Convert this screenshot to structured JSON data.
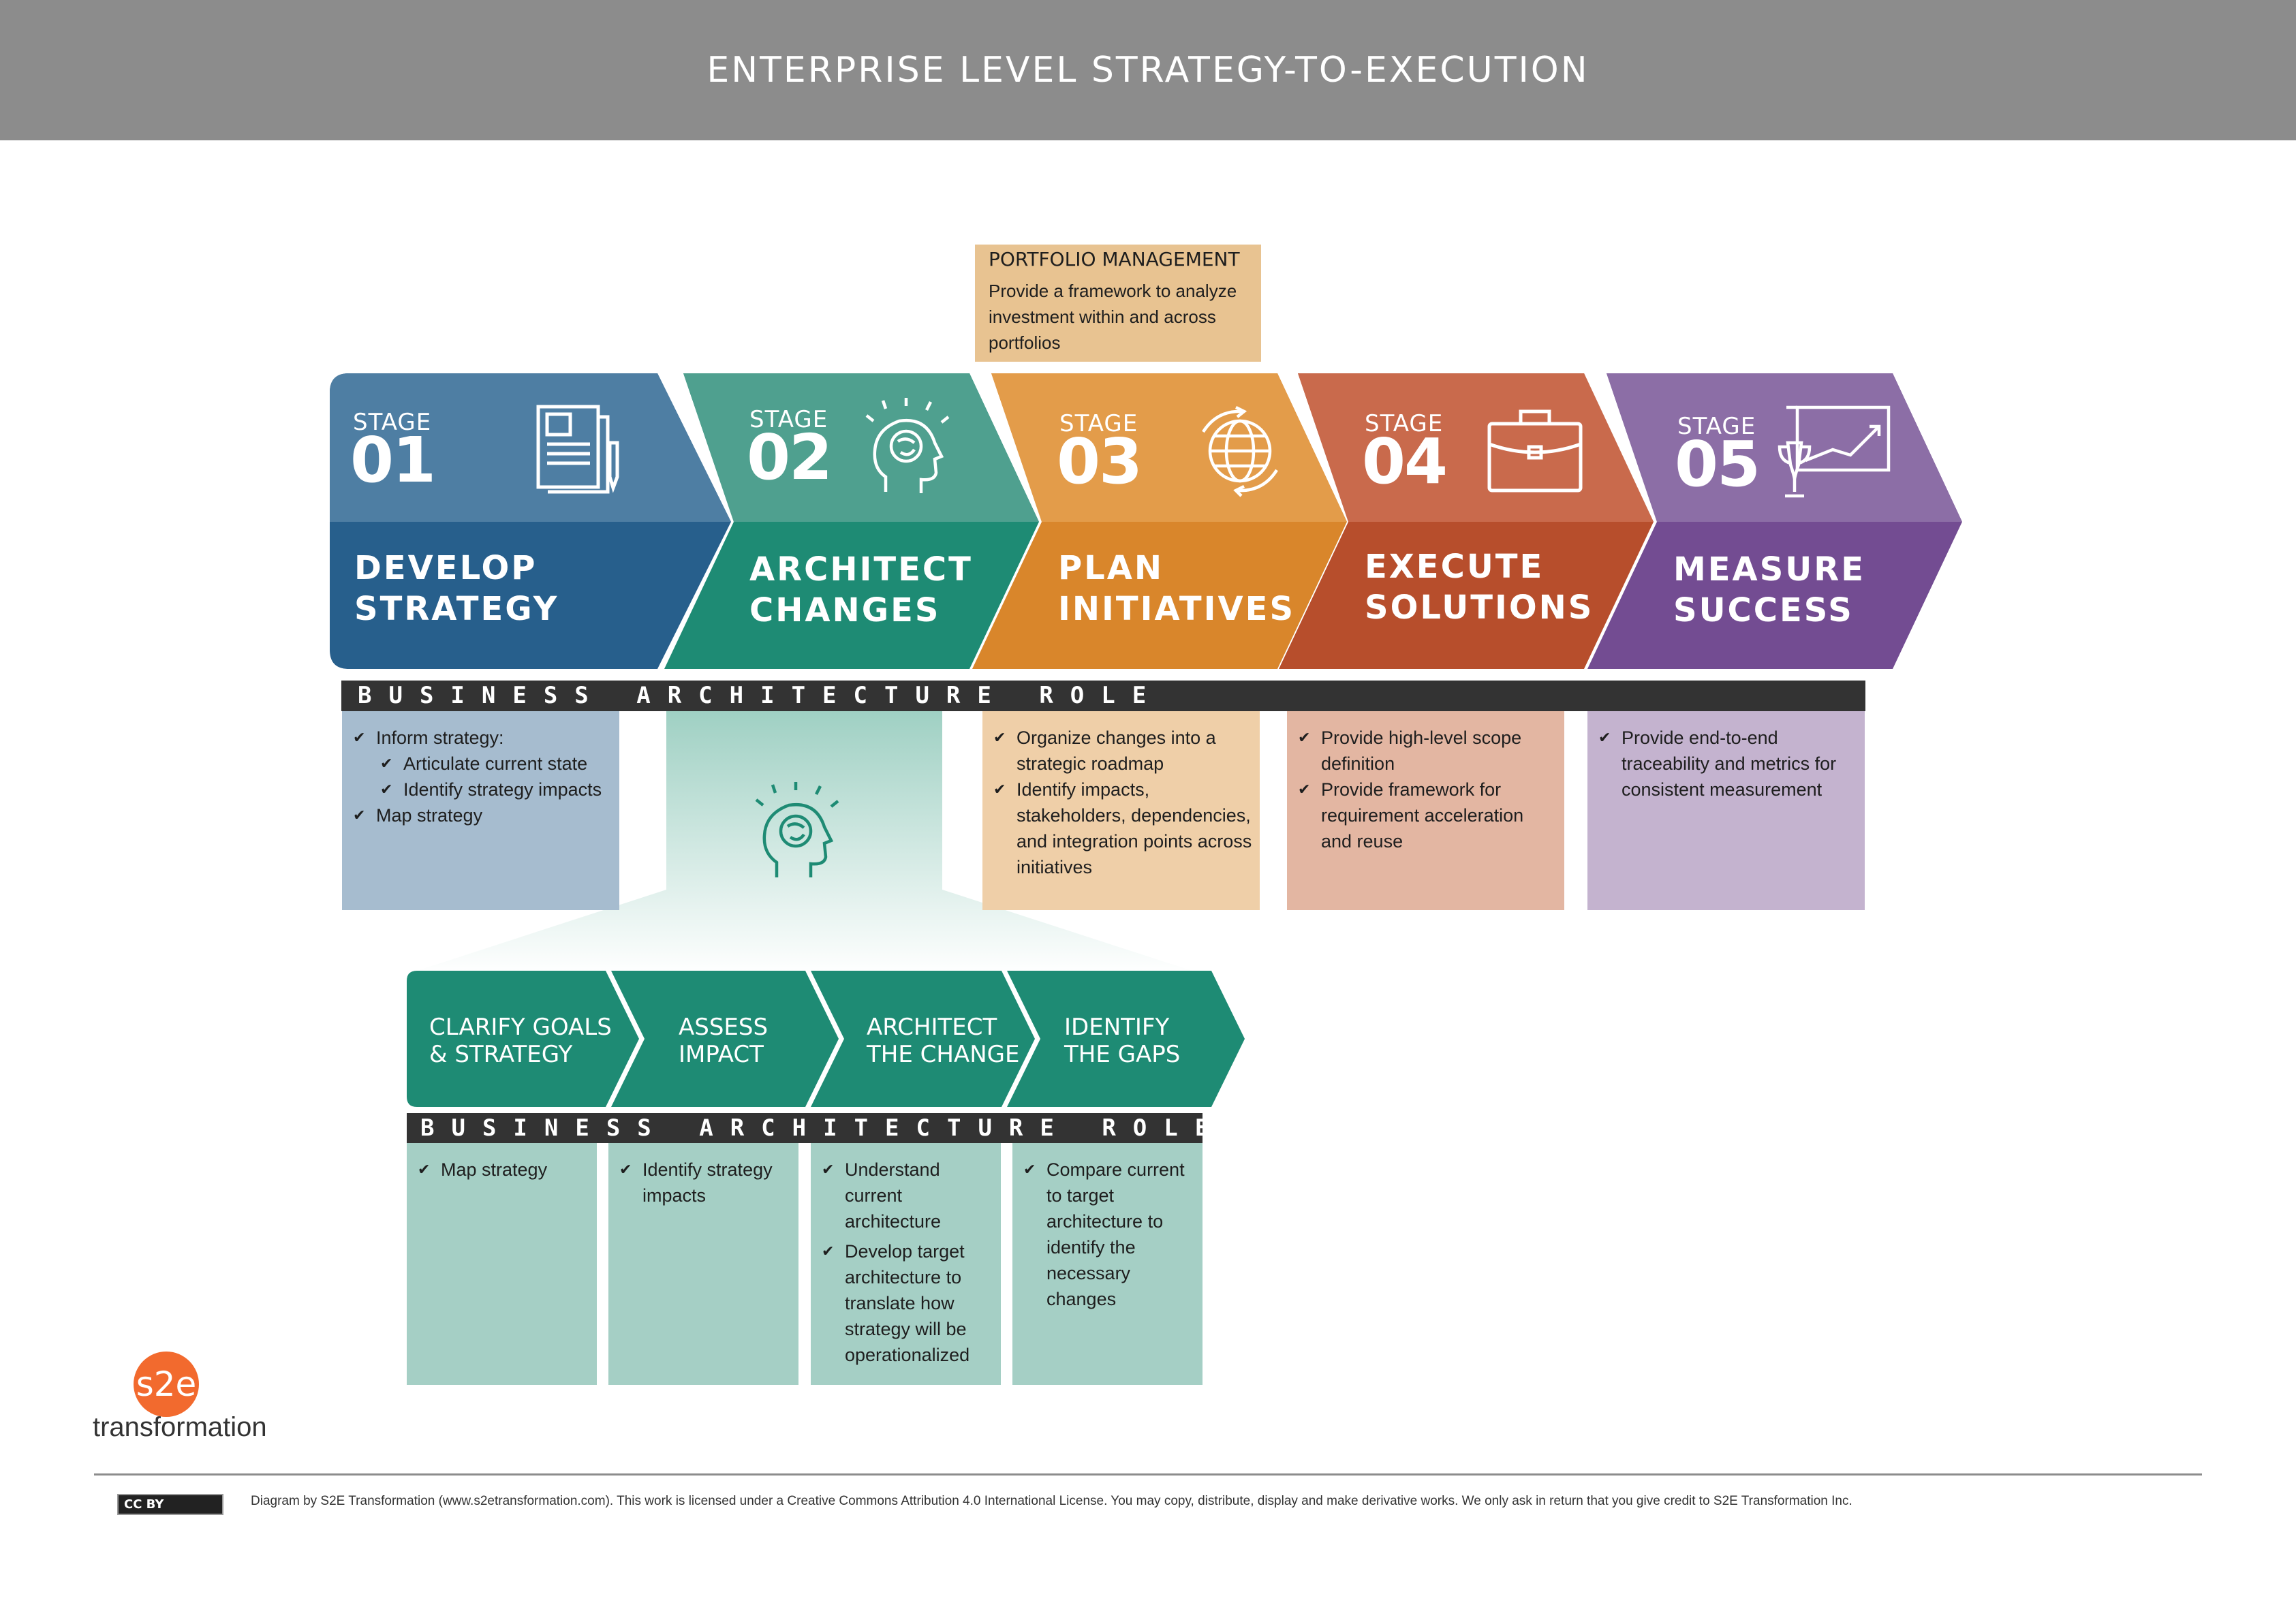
{
  "header": {
    "title": "ENTERPRISE LEVEL STRATEGY-TO-EXECUTION"
  },
  "portfolio": {
    "title": "PORTFOLIO MANAGEMENT",
    "text": "Provide a framework to analyze investment within and across portfolios"
  },
  "stages": [
    {
      "label": "STAGE",
      "number": "01",
      "name_line1": "DEVELOP",
      "name_line2": "STRATEGY",
      "icon": "document-icon",
      "color_top": "#4e7ea3",
      "color_bottom": "#275f8c",
      "role_color": "#a6bccf"
    },
    {
      "label": "STAGE",
      "number": "02",
      "name_line1": "ARCHITECT",
      "name_line2": "CHANGES",
      "icon": "brain-head-icon",
      "color_top": "#4fa08f",
      "color_bottom": "#1e8b74",
      "role_color": "#cbe5dd"
    },
    {
      "label": "STAGE",
      "number": "03",
      "name_line1": "PLAN",
      "name_line2": "INITIATIVES",
      "icon": "globe-icon",
      "color_top": "#e39c4a",
      "color_bottom": "#d9862b",
      "role_color": "#efcfa8"
    },
    {
      "label": "STAGE",
      "number": "04",
      "name_line1": "EXECUTE",
      "name_line2": "SOLUTIONS",
      "icon": "briefcase-icon",
      "color_top": "#c96a4c",
      "color_bottom": "#b74e2c",
      "role_color": "#e3b6a2"
    },
    {
      "label": "STAGE",
      "number": "05",
      "name_line1": "MEASURE",
      "name_line2": "SUCCESS",
      "icon": "trophy-chart-icon",
      "color_top": "#8c6ea6",
      "color_bottom": "#734c92",
      "role_color": "#c4b3cf"
    }
  ],
  "role_bar_1": "BUSINESS ARCHITECTURE ROLE",
  "roles": {
    "stage1": [
      "Inform strategy:",
      "Articulate current state",
      "Identify strategy impacts",
      "Map strategy"
    ],
    "stage3": [
      "Organize changes into a strategic roadmap",
      "Identify impacts, stakeholders, dependencies, and integration points across initiatives"
    ],
    "stage4": [
      "Provide high-level scope definition",
      "Provide framework for requirement acceleration and reuse"
    ],
    "stage5": [
      "Provide end-to-end traceability and metrics for consistent measurement"
    ]
  },
  "substeps": [
    {
      "line1": "CLARIFY GOALS",
      "line2": "& STRATEGY"
    },
    {
      "line1": "ASSESS",
      "line2": "IMPACT"
    },
    {
      "line1": "ARCHITECT",
      "line2": "THE CHANGE"
    },
    {
      "line1": "IDENTIFY",
      "line2": "THE GAPS"
    }
  ],
  "role_bar_2": "BUSINESS ARCHITECTURE ROLE",
  "sub_roles": [
    [
      "Map strategy"
    ],
    [
      "Identify strategy impacts"
    ],
    [
      "Understand current architecture",
      "Develop target architecture to translate how strategy will be operationalized"
    ],
    [
      "Compare current to target architecture to identify the necessary changes"
    ]
  ],
  "colors": {
    "header_bg": "#8c8c8c",
    "substep_green": "#1e8b74",
    "subrole_bg": "#a5cfc5",
    "bar_bg": "#333333",
    "logo_orange": "#f26a2e"
  },
  "logo": {
    "mark": "s2e",
    "text": "transformation"
  },
  "footer": {
    "badge": "CC BY",
    "text": "Diagram by S2E Transformation (www.s2etransformation.com). This work is licensed under a Creative Commons Attribution 4.0 International License. You may copy, distribute, display and make derivative works. We only ask in return that you give credit to S2E Transformation Inc."
  }
}
